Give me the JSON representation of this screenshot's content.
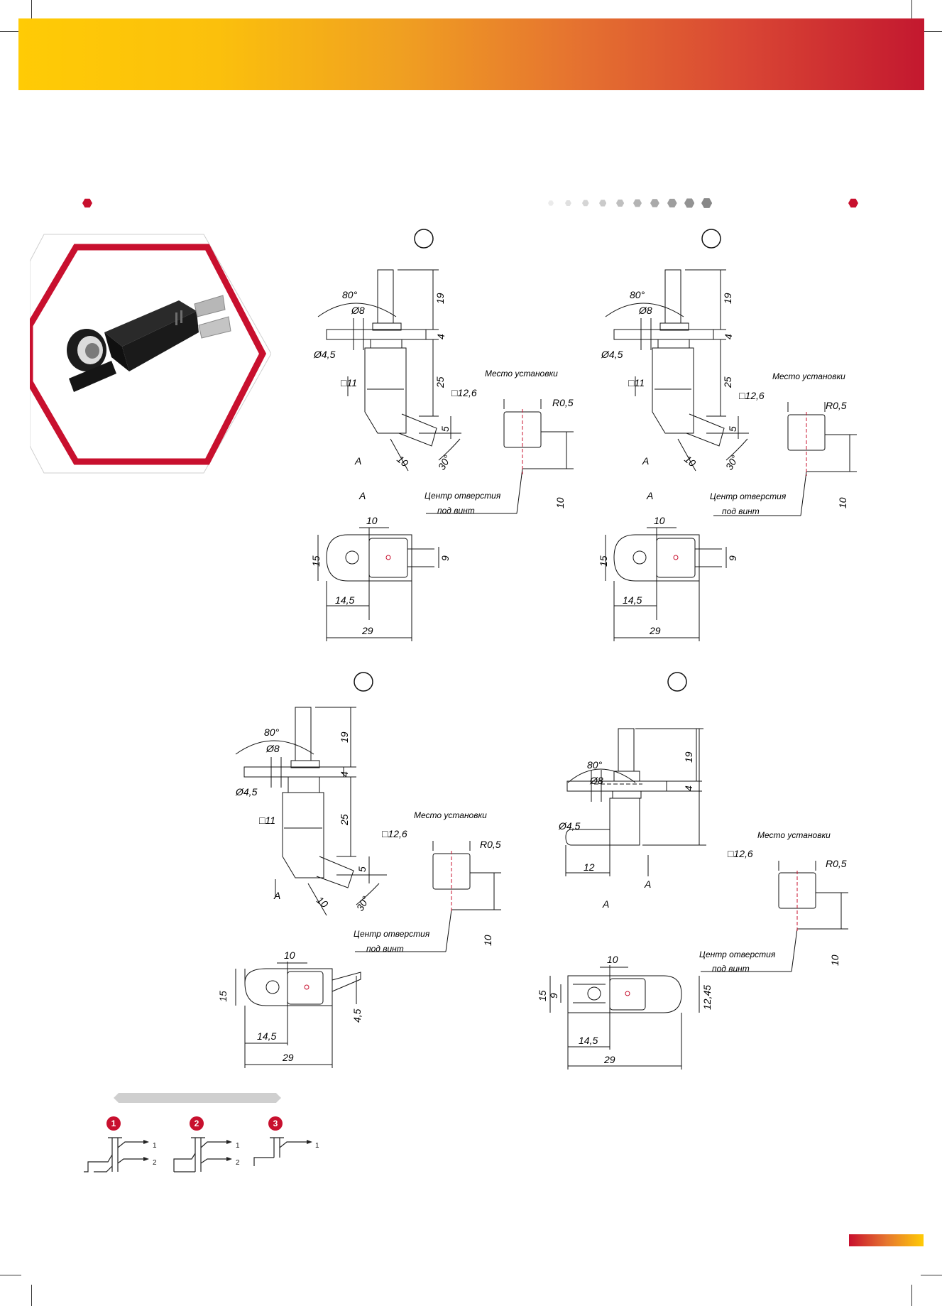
{
  "header": {
    "gradient": [
      "#ffcb05",
      "#f0a021",
      "#e6762f",
      "#d94634",
      "#c3182f"
    ]
  },
  "accent_color": "#c8102e",
  "progress_dots": {
    "total": 10,
    "filled_from_index": 0
  },
  "drawing_1": {
    "angle": "80°",
    "hole_small": "Ø8",
    "hole_large": "Ø4,5",
    "square": "□11",
    "dim_19": "19",
    "dim_4": "4",
    "dim_25": "25",
    "dim_5": "5",
    "dim_10": "10",
    "angle_30": "30°",
    "view_a_arrow": "A",
    "view_a_title": "A",
    "mount_title": "Место установки",
    "mount_square": "□12,6",
    "mount_radius": "R0,5",
    "hole_center_line1": "Центр отверстия",
    "hole_center_line2": "под винт",
    "mount_dim_10": "10",
    "view_dim_10": "10",
    "view_dim_15": "15",
    "view_dim_9": "9",
    "view_dim_14_5": "14,5",
    "view_dim_29": "29"
  },
  "drawing_2": {
    "angle": "80°",
    "hole_small": "Ø8",
    "hole_large": "Ø4,5",
    "square": "□11",
    "dim_19": "19",
    "dim_4": "4",
    "dim_25": "25",
    "dim_5": "5",
    "dim_10": "10",
    "angle_30": "30°",
    "view_a_arrow": "A",
    "view_a_title": "A",
    "mount_title": "Место установки",
    "mount_square": "□12,6",
    "mount_radius": "R0,5",
    "hole_center_line1": "Центр отверстия",
    "hole_center_line2": "под винт",
    "mount_dim_10": "10",
    "view_dim_10": "10",
    "view_dim_15": "15",
    "view_dim_9": "9",
    "view_dim_14_5": "14,5",
    "view_dim_29": "29"
  },
  "drawing_3": {
    "angle": "80°",
    "hole_small": "Ø8",
    "hole_large": "Ø4,5",
    "square": "□11",
    "dim_19": "19",
    "dim_4": "4",
    "dim_25": "25",
    "dim_5": "5",
    "dim_10": "10",
    "angle_30": "30°",
    "view_a_arrow": "A",
    "mount_title": "Место установки",
    "mount_square": "□12,6",
    "mount_radius": "R0,5",
    "hole_center_line1": "Центр отверстия",
    "hole_center_line2": "под винт",
    "mount_dim_10": "10",
    "view_dim_10": "10",
    "view_dim_15": "15",
    "view_dim_4_5": "4,5",
    "view_dim_14_5": "14,5",
    "view_dim_29": "29"
  },
  "drawing_4": {
    "angle": "80°",
    "hole_small": "Ø8",
    "hole_large": "Ø4,5",
    "dim_19": "19",
    "dim_4": "4",
    "dim_12": "12",
    "view_a_arrow": "A",
    "view_a_title": "A",
    "mount_title": "Место установки",
    "mount_square": "□12,6",
    "mount_radius": "R0,5",
    "hole_center_line1": "Центр отверстия",
    "hole_center_line2": "под винт",
    "mount_dim_10": "10",
    "view_dim_10": "10",
    "view_dim_15": "15",
    "view_dim_9": "9",
    "view_dim_12_45": "12,45",
    "view_dim_14_5": "14,5",
    "view_dim_29": "29"
  },
  "schematics": [
    {
      "number": "1",
      "out1": "1",
      "out2": "2"
    },
    {
      "number": "2",
      "out1": "1",
      "out2": "2"
    },
    {
      "number": "3",
      "out1": "1"
    }
  ]
}
